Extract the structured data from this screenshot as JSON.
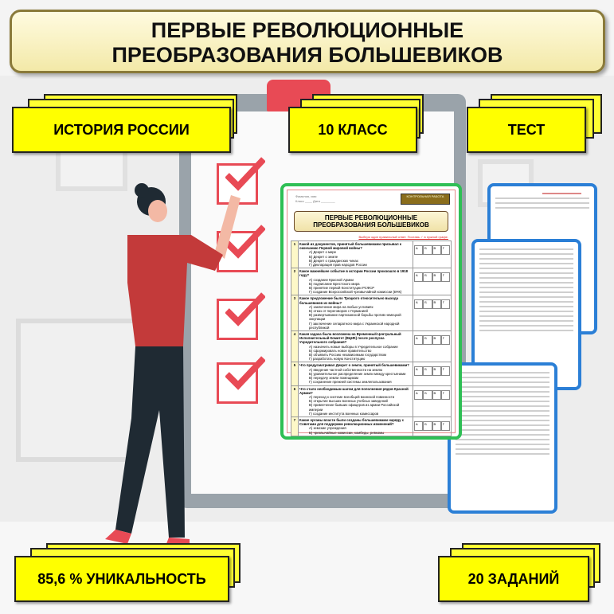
{
  "title": {
    "line1": "ПЕРВЫЕ РЕВОЛЮЦИОННЫЕ",
    "line2": "ПРЕОБРАЗОВАНИЯ БОЛЬШЕВИКОВ"
  },
  "tags": {
    "subject": "ИСТОРИЯ  РОССИИ",
    "grade": "10 КЛАСС",
    "type": "ТЕСТ",
    "uniqueness": "85,6 % УНИКАЛЬНОСТЬ",
    "tasks": "20 ЗАДАНИЙ"
  },
  "colors": {
    "tag": "#ffff00",
    "main_border": "#2fbf55",
    "small_border": "#2b7fd6",
    "check": "#e84a55"
  },
  "document": {
    "header": [
      "Фамилия, имя",
      "Класс ____ Дата ________"
    ],
    "badge": "КОНТРОЛЬНАЯ РАБОТА",
    "title": "ПЕРВЫЕ РЕВОЛЮЦИОННЫЕ ПРЕОБРАЗОВАНИЯ БОЛЬШЕВИКОВ",
    "instruction": "Выбери один правильный ответ. Поставь ✓ в нужной графе.",
    "answer_labels": [
      "А",
      "Б",
      "В",
      "Г"
    ],
    "questions": [
      {
        "n": "1",
        "q": "Какой из документов, принятый большевиками призывал к окончанию Первой мировой войны?",
        "opts": [
          "А) Декрет о мире",
          "Б) Декрет о земле",
          "В) Декрет о гражданских чинах",
          "Г) Декларация прав народов России"
        ]
      },
      {
        "n": "2",
        "q": "Какое важнейшее событие в истории России произошло в 1918 году?",
        "opts": [
          "А) создание Красной Армии",
          "Б) подписание Брестского мира",
          "В) принятие первой Конституции РСФСР",
          "Г) создание Всероссийской чрезвычайной комиссии (ВЧК)"
        ]
      },
      {
        "n": "3",
        "q": "Какое предложение было Троцкого относительно выхода большевиков из войны?",
        "opts": [
          "А) заключение мира на любых условиях",
          "Б) отказ от переговоров с Германией",
          "В) развертывание партизанской борьбы против немецкой оккупации",
          "Г) заключение сепаратного мира с Украинской народной республикой"
        ]
      },
      {
        "n": "4",
        "q": "Какая задача была возложена на Временный Центральный Исполнительный Комитет (ВЦИК) после роспуска Учредительного собрания?",
        "opts": [
          "А) назначить новые выборы в Учредительное собрание",
          "Б) сформировать новое правительство",
          "В) объявить Россию независимым государством",
          "Г) разработать новую Конституцию"
        ]
      },
      {
        "n": "5",
        "q": "Что предусматривал Декрет о земле, принятый большевиками?",
        "opts": [
          "А) введение частной собственности на землю",
          "Б) уравнительное распределение земли между крестьянами",
          "В) передачу земли помещикам",
          "Г) сохранение прежней системы землепользования"
        ]
      },
      {
        "n": "6",
        "q": "Что стало необходимым шагом для пополнения рядов Красной Армии?",
        "opts": [
          "А) переход к системе всеобщей воинской повинности",
          "Б) открытие высших военных учебных заведений",
          "В) привлечение бывших офицеров из армии Российской империи",
          "Г) создание института военных комиссаров"
        ]
      },
      {
        "n": "7",
        "q": "Какие органы власти были созданы большевиками наряду с Советами для поддержки революционных изменений?",
        "opts": [
          "А) земские учреждения",
          "Б) чрезвычайные комиссии, комбеды, ревкомы"
        ]
      }
    ]
  }
}
